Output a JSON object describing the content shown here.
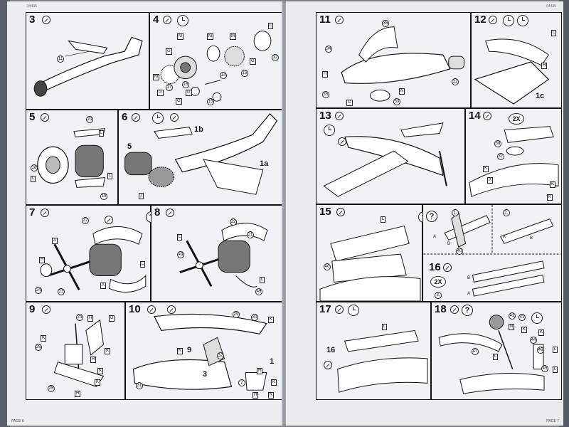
{
  "document": {
    "code_left": "04435",
    "code_right": "04435"
  },
  "pages": {
    "left_number": "PAGE 6",
    "right_number": "PAGE 7"
  },
  "steps": {
    "s3": {
      "num": "3",
      "labels": [
        "11"
      ]
    },
    "s4": {
      "num": "4",
      "labels": [
        "G",
        "M",
        "M",
        "M",
        "L",
        "G",
        "12",
        "13",
        "14",
        "15",
        "16",
        "17",
        "M",
        "G",
        "G",
        "G"
      ]
    },
    "s5": {
      "num": "5",
      "labels": [
        "20",
        "L",
        "18",
        "L",
        "L",
        "19"
      ]
    },
    "s6": {
      "num": "6",
      "callouts": [
        "1b",
        "5",
        "1a"
      ],
      "labels": [
        "J"
      ]
    },
    "s7": {
      "num": "7",
      "labels": [
        "22",
        "A",
        "H",
        "24",
        "23",
        "A",
        "L"
      ]
    },
    "s8": {
      "num": "8",
      "labels": [
        "22",
        "21",
        "L",
        "49",
        "L",
        "49"
      ]
    },
    "s9": {
      "num": "9",
      "labels": [
        "24",
        "H",
        "D",
        "K",
        "26",
        "K",
        "H",
        "K",
        "25",
        "K",
        "H"
      ]
    },
    "s10": {
      "num": "10",
      "callouts": [
        "9",
        "3",
        "1"
      ],
      "labels": [
        "29",
        "30",
        "K",
        "K",
        "31",
        "32",
        "H",
        "2",
        "K",
        "H",
        "K"
      ]
    },
    "s11": {
      "num": "11",
      "labels": [
        "34",
        "36",
        "H",
        "35",
        "O",
        "N",
        "33",
        "32"
      ]
    },
    "s12": {
      "num": "12",
      "callouts": [
        "1c"
      ],
      "labels": [
        "L",
        "H"
      ]
    },
    "s13": {
      "num": "13",
      "labels": []
    },
    "s14": {
      "num": "14",
      "x2": "2X",
      "labels": [
        "38",
        "37",
        "K",
        "K",
        "K",
        "K"
      ]
    },
    "s15": {
      "num": "15",
      "labels": [
        "L",
        "40",
        "1.",
        "2.",
        "A",
        "B",
        "A",
        "B",
        "40"
      ]
    },
    "s16": {
      "num": "16",
      "x2": "2X",
      "labels": [
        "3.",
        "B",
        "A"
      ]
    },
    "s17": {
      "num": "17",
      "callouts": [
        "16"
      ],
      "labels": [
        "L"
      ]
    },
    "s18": {
      "num": "18",
      "labels": [
        "43",
        "41",
        "N",
        "K",
        "K",
        "47",
        "44",
        "L",
        "46",
        "L",
        "45",
        "L"
      ]
    }
  }
}
